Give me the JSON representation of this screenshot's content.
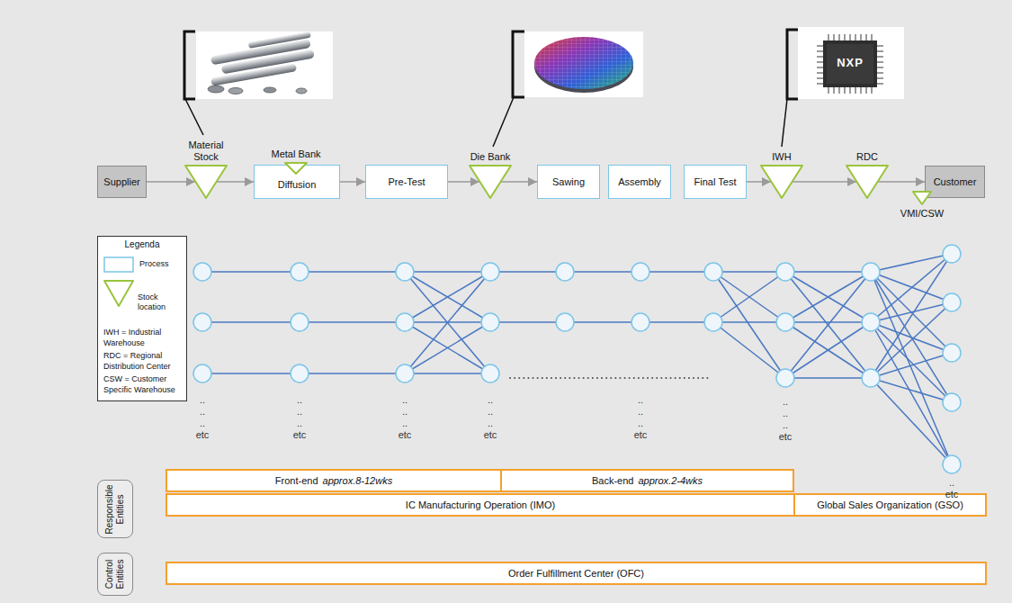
{
  "diagram": {
    "nodes": [
      {
        "text": [
          "Supplier"
        ]
      },
      {
        "text": [
          "Material Stock"
        ]
      },
      {
        "text": [
          "Diffusion"
        ]
      },
      {
        "text": [
          "Metal Bank"
        ],
        "in": 2
      },
      {
        "text": [
          "Pre-Test"
        ]
      },
      {
        "text": [
          "Die Bank"
        ]
      },
      {
        "text": [
          "Sawing"
        ]
      },
      {
        "text": [
          "Assembly"
        ]
      },
      {
        "text": [
          "Final Test"
        ]
      },
      {
        "text": [
          "IWH"
        ]
      },
      {
        "text": [
          "RDC"
        ]
      },
      {
        "text": [
          "Customer"
        ]
      },
      {
        "text": [
          "VMI/CSW"
        ]
      },
      {
        "text": [
          "Responsible Entities"
        ]
      },
      {
        "text": [
          "Front-end",
          "approx.8-12wks"
        ]
      },
      {
        "text": [
          "Back-end",
          "approx.2-4wks"
        ]
      },
      {
        "text": [
          "IC Manufacturing Operation (IMO)"
        ]
      },
      {
        "text": [
          "Global Sales Organization (GSO)"
        ]
      },
      {
        "text": [
          "Control Entities"
        ]
      },
      {
        "text": [
          "Order Fulfillment Center (OFC)"
        ]
      }
    ],
    "edges": [
      {
        "from": 0,
        "to": 1,
        "arrow": "to"
      },
      {
        "from": 1,
        "to": 2,
        "arrow": "to"
      },
      {
        "from": 2,
        "to": 4,
        "arrow": "to"
      },
      {
        "from": 4,
        "to": 5,
        "arrow": "to"
      },
      {
        "from": 5,
        "to": 6,
        "arrow": "to"
      },
      {
        "from": 8,
        "to": 9,
        "arrow": "to"
      },
      {
        "from": 9,
        "to": 10,
        "arrow": "to"
      },
      {
        "from": 10,
        "to": 11,
        "arrow": "to"
      }
    ],
    "labels": [
      "NXP",
      ".. .. .. etc",
      ".. .. .. etc",
      ".. .. .. etc",
      ".. .. .. etc",
      ".. .. .. etc",
      ".. .. .. etc",
      ".. etc",
      "Legenda"
    ],
    "legend": [
      {
        "text": "Process"
      },
      {
        "text": "Stock location"
      },
      {
        "text": "IWH = Industrial Warehouse"
      },
      {
        "text": "RDC = Regional Distribution Center"
      },
      {
        "text": "CSW = Customer Specific Warehouse"
      }
    ]
  }
}
